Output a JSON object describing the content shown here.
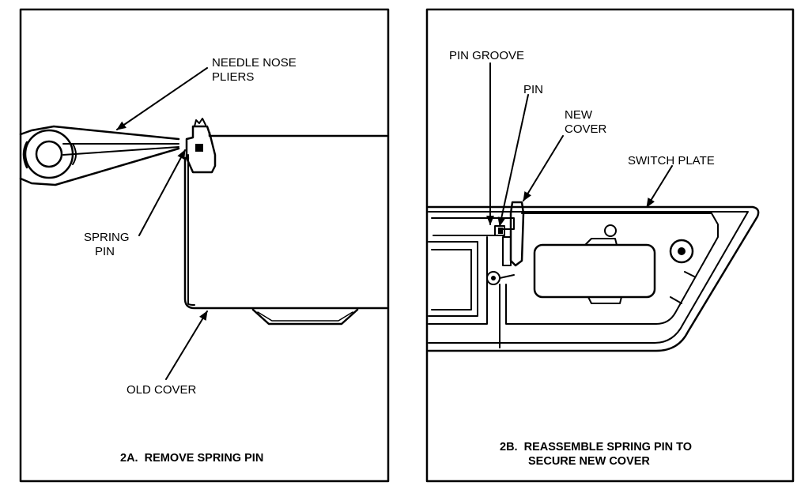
{
  "panel_a": {
    "labels": {
      "needle_nose_pliers": [
        "NEEDLE NOSE",
        "PLIERS"
      ],
      "spring_pin": [
        "SPRING",
        "PIN"
      ],
      "old_cover": "OLD COVER"
    },
    "caption": "2A.  REMOVE SPRING PIN"
  },
  "panel_b": {
    "labels": {
      "pin_groove": "PIN GROOVE",
      "pin": "PIN",
      "new_cover": [
        "NEW",
        "COVER"
      ],
      "switch_plate": "SWITCH PLATE"
    },
    "caption": [
      "2B.  REASSEMBLE SPRING PIN TO",
      "SECURE NEW COVER"
    ]
  },
  "colors": {
    "ink": "#000000",
    "paper": "#ffffff"
  }
}
